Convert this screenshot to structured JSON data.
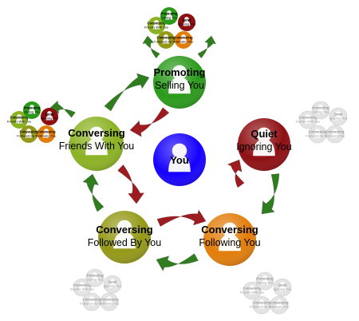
{
  "colors": {
    "green": "#2a9a1a",
    "dark_red": "#8e0f12",
    "lime": "#8bb223",
    "olive": "#949917",
    "orange": "#e27d0a",
    "blue": "#1500ff",
    "arrow_green": "#2f7d1e",
    "arrow_red": "#9d1c1f",
    "faded": "#cfcfcf"
  },
  "center": {
    "title": "You"
  },
  "nodes": [
    {
      "id": "promoting",
      "title": "Promoting",
      "subtitle": "Selling You",
      "color": "green"
    },
    {
      "id": "quiet",
      "title": "Quiet",
      "subtitle": "Ignoring You",
      "color": "dark_red"
    },
    {
      "id": "friends",
      "title": "Conversing",
      "subtitle": "Friends With You",
      "color": "lime"
    },
    {
      "id": "followed",
      "title": "Conversing",
      "subtitle": "Followed By You",
      "color": "olive"
    },
    {
      "id": "following",
      "title": "Conversing",
      "subtitle": "Following You",
      "color": "orange"
    }
  ],
  "mini": {
    "promoting": {
      "title": "Promoting",
      "subtitle": "Selling You"
    },
    "quiet": {
      "title": "Quiet",
      "subtitle": "Ignoring You"
    },
    "friends": {
      "title": "Conversing",
      "subtitle": "Friends With You"
    },
    "followed": {
      "title": "Conversing",
      "subtitle": "Followed By You"
    },
    "following": {
      "title": "Conversing",
      "subtitle": "Following You"
    }
  }
}
